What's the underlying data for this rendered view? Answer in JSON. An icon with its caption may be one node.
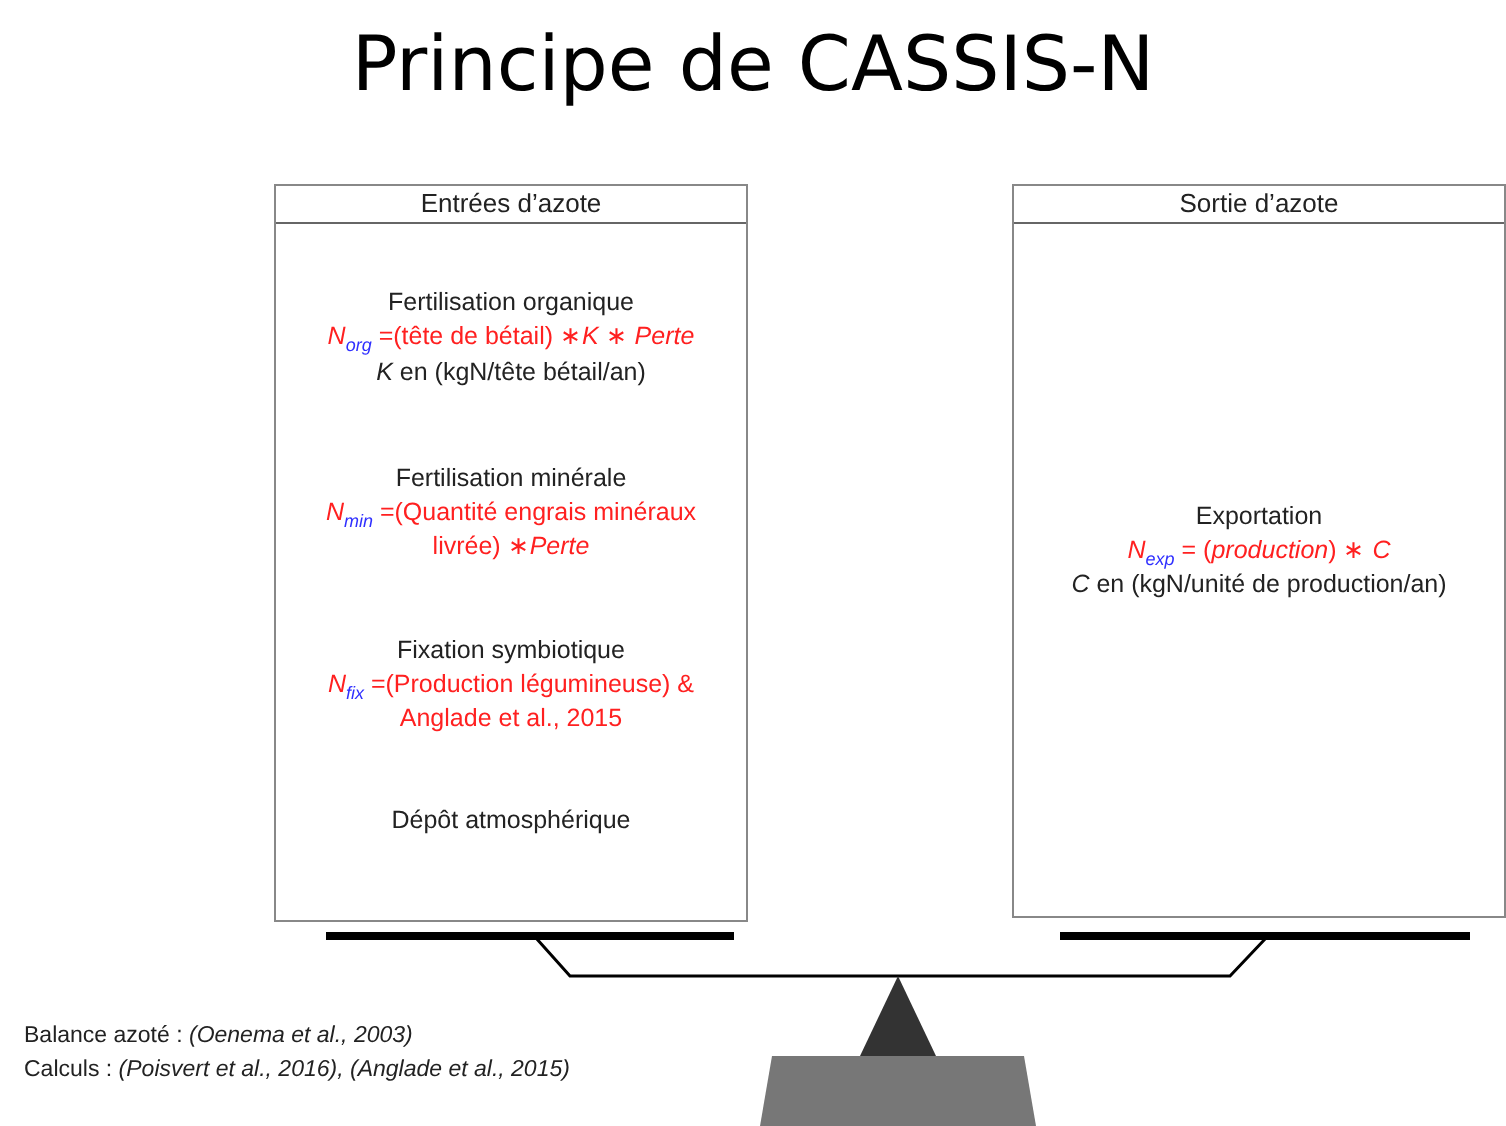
{
  "diagram": {
    "title": "Principe de CASSIS-N",
    "nodes": [
      {
        "text": [
          "Entrées d’azote",
          "Fertilisation organique",
          "*N*$_{org}$ =(tête de bétail) ∗*K* ∗ *Perte*",
          "*K* en (kgN/tête bétail/an)",
          "Fertilisation minérale",
          "*N*$_{min}$ =(Quantité engrais minéraux livrée) ∗*Perte*",
          "Fixation symbiotique",
          "*N*$_{fix}$ =(Production légumineuse) & Anglade et al., 2015",
          "Dépôt atmosphérique"
        ]
      },
      {
        "text": [
          "Sortie d’azote",
          "Exportation",
          "*N*$_{exp}$ = (*production*) ∗ *C*",
          "*C* en (kgN/unité de production/an)"
        ]
      }
    ],
    "labels": [
      "Balance azoté : *(Oenema et al., 2003)*",
      "Calculs : *(Poisvert et al., 2016), (Anglade et al., 2015)*"
    ]
  }
}
